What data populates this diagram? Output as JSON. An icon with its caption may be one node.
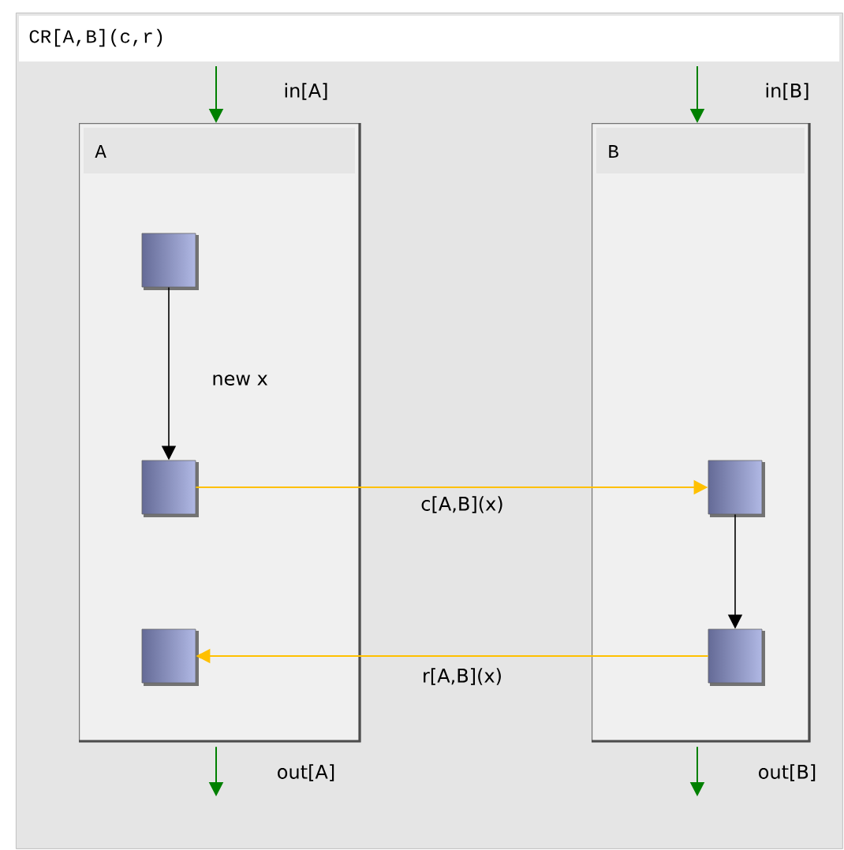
{
  "diagram": {
    "nodes": [
      {
        "text": [
          "CR[A,B](c,r)"
        ]
      },
      {
        "text": [
          "A"
        ],
        "in": 0
      },
      {
        "text": [
          "B"
        ],
        "in": 0
      },
      {
        "text": [],
        "shape": "box",
        "in": 1
      },
      {
        "text": [],
        "shape": "box",
        "in": 1
      },
      {
        "text": [],
        "shape": "box",
        "in": 1
      },
      {
        "text": [],
        "shape": "box",
        "in": 2
      },
      {
        "text": [],
        "shape": "box",
        "in": 2
      }
    ],
    "edges": [
      {
        "from": 3,
        "to": 4,
        "arrow": "to",
        "label": "new x"
      },
      {
        "from": 4,
        "to": 6,
        "arrow": "to",
        "label": "c[A,B](x)",
        "color": "#ffc000"
      },
      {
        "from": 6,
        "to": 7,
        "arrow": "to"
      },
      {
        "from": 7,
        "to": 5,
        "arrow": "to",
        "label": "r[A,B](x)",
        "color": "#ffc000"
      },
      {
        "from": null,
        "to": 1,
        "arrow": "to",
        "label": "in[A]",
        "color": "#008000"
      },
      {
        "from": null,
        "to": 2,
        "arrow": "to",
        "label": "in[B]",
        "color": "#008000"
      },
      {
        "from": 1,
        "to": null,
        "arrow": "to",
        "label": "out[A]",
        "color": "#008000"
      },
      {
        "from": 2,
        "to": null,
        "arrow": "to",
        "label": "out[B]",
        "color": "#008000"
      }
    ]
  }
}
